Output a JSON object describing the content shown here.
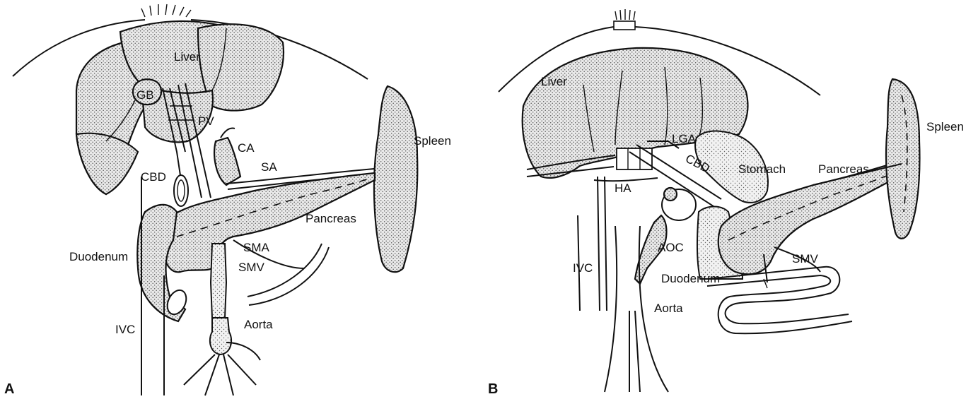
{
  "panels": [
    {
      "letter": "A",
      "labels": {
        "liver": "Liver",
        "gb": "GB",
        "pv": "PV",
        "ca": "CA",
        "cbd": "CBD",
        "sa": "SA",
        "spleen": "Spleen",
        "pancreas": "Pancreas",
        "sma": "SMA",
        "smv": "SMV",
        "duodenum": "Duodenum",
        "ivc": "IVC",
        "aorta": "Aorta"
      }
    },
    {
      "letter": "B",
      "labels": {
        "liver": "Liver",
        "lga": "LGA",
        "cbd": "CBD",
        "stomach": "Stomach",
        "spleen": "Spleen",
        "pancreas": "Pancreas",
        "ha": "HA",
        "aoc": "AOC",
        "smv": "SMV",
        "ivc": "IVC",
        "duodenum": "Duodenum",
        "aorta": "Aorta"
      }
    }
  ]
}
